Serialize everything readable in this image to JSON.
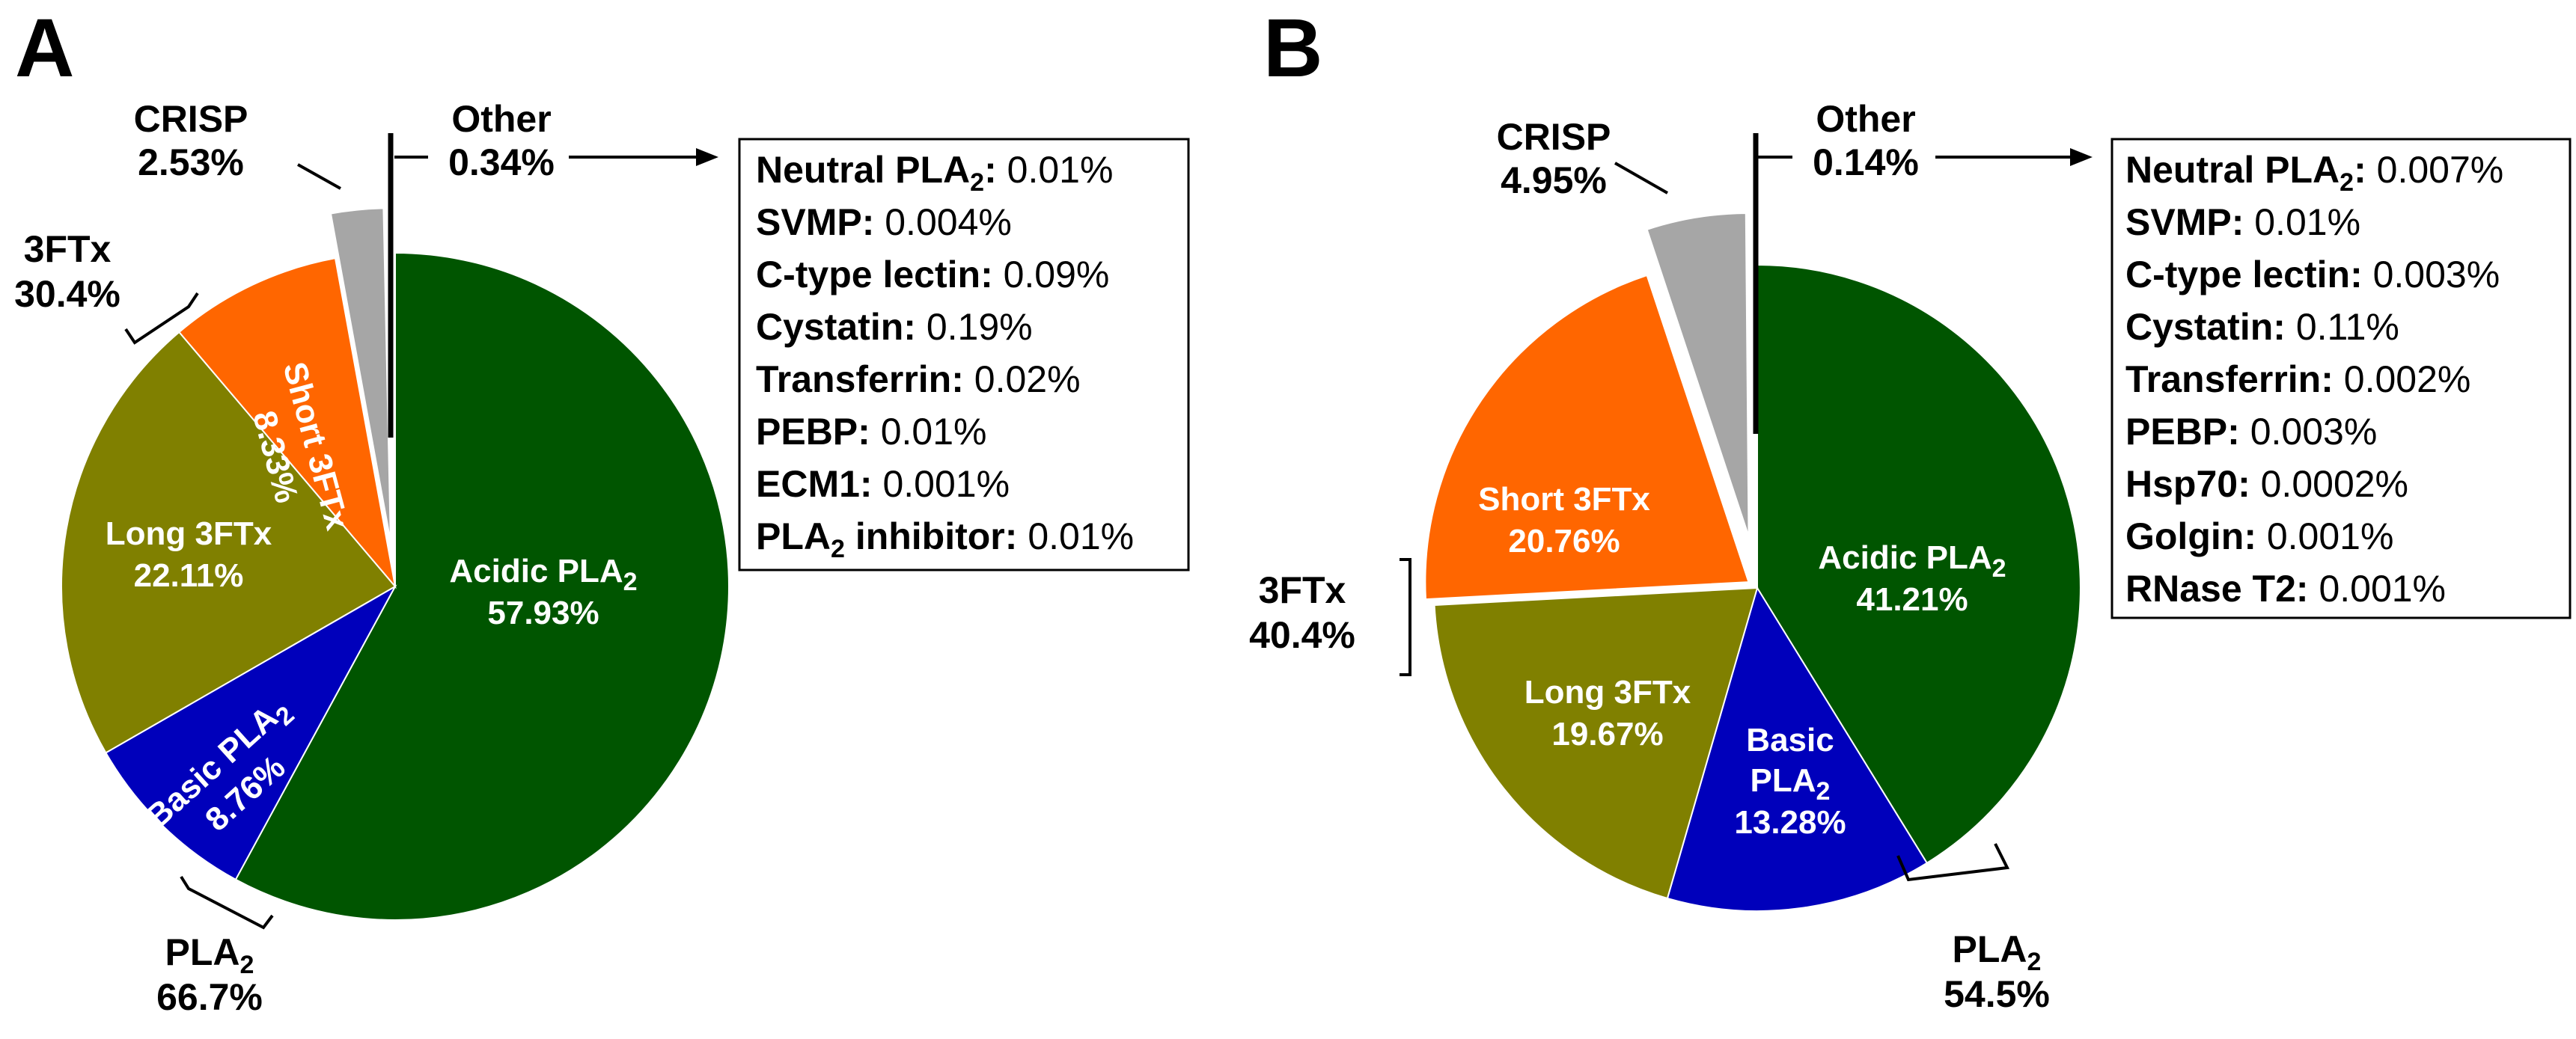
{
  "chart_data": [
    {
      "type": "pie",
      "panel_label": "A",
      "slices": [
        {
          "key": "acidic",
          "label": "Acidic PLA",
          "sub": "2",
          "value": 57.93,
          "pct": "57.93%",
          "color": "#005500"
        },
        {
          "key": "basic",
          "label": "Basic PLA",
          "sub": "2",
          "value": 8.76,
          "pct": "8.76%",
          "color": "#0000bb"
        },
        {
          "key": "long",
          "label": "Long 3FTx",
          "sub": "",
          "value": 22.11,
          "pct": "22.11%",
          "color": "#808000"
        },
        {
          "key": "short",
          "label": "Short 3FTx",
          "sub": "",
          "value": 8.33,
          "pct": "8.33%",
          "color": "#ff6600"
        },
        {
          "key": "crisp",
          "label": "CRISP",
          "sub": "",
          "value": 2.53,
          "pct": "2.53%",
          "color": "#a6a6a6"
        },
        {
          "key": "other",
          "label": "Other",
          "sub": "",
          "value": 0.34,
          "pct": "0.34%",
          "color": "#000000"
        }
      ],
      "groups": [
        {
          "key": "ftx",
          "name": "3FTx",
          "sub": "",
          "value": "30.4%"
        },
        {
          "key": "pla2",
          "name": "PLA",
          "sub": "2",
          "value": "66.7%"
        }
      ],
      "other_breakdown": [
        {
          "name": "Neutral PLA",
          "sub": "2",
          "value": "0.01%"
        },
        {
          "name": "SVMP",
          "sub": "",
          "value": "0.004%"
        },
        {
          "name": "C-type lectin",
          "sub": "",
          "value": "0.09%"
        },
        {
          "name": "Cystatin",
          "sub": "",
          "value": "0.19%"
        },
        {
          "name": "Transferrin",
          "sub": "",
          "value": "0.02%"
        },
        {
          "name": "PEBP",
          "sub": "",
          "value": "0.01%"
        },
        {
          "name": "ECM1",
          "sub": "",
          "value": "0.001%"
        },
        {
          "name": "PLA",
          "sub": "2",
          "suffix": " inhibitor",
          "value": "0.01%"
        }
      ]
    },
    {
      "type": "pie",
      "panel_label": "B",
      "slices": [
        {
          "key": "acidic",
          "label": "Acidic PLA",
          "sub": "2",
          "value": 41.21,
          "pct": "41.21%",
          "color": "#005500"
        },
        {
          "key": "basic",
          "label": "Basic",
          "label2": "PLA",
          "sub": "2",
          "value": 13.28,
          "pct": "13.28%",
          "color": "#0000bb"
        },
        {
          "key": "long",
          "label": "Long 3FTx",
          "sub": "",
          "value": 19.67,
          "pct": "19.67%",
          "color": "#808000"
        },
        {
          "key": "short",
          "label": "Short 3FTx",
          "sub": "",
          "value": 20.76,
          "pct": "20.76%",
          "color": "#ff6600"
        },
        {
          "key": "crisp",
          "label": "CRISP",
          "sub": "",
          "value": 4.95,
          "pct": "4.95%",
          "color": "#a6a6a6"
        },
        {
          "key": "other",
          "label": "Other",
          "sub": "",
          "value": 0.14,
          "pct": "0.14%",
          "color": "#000000"
        }
      ],
      "groups": [
        {
          "key": "ftx",
          "name": "3FTx",
          "sub": "",
          "value": "40.4%"
        },
        {
          "key": "pla2",
          "name": "PLA",
          "sub": "2",
          "value": "54.5%"
        }
      ],
      "other_breakdown": [
        {
          "name": "Neutral PLA",
          "sub": "2",
          "value": "0.007%"
        },
        {
          "name": "SVMP",
          "sub": "",
          "value": "0.01%"
        },
        {
          "name": "C-type lectin",
          "sub": "",
          "value": "0.003%"
        },
        {
          "name": "Cystatin",
          "sub": "",
          "value": "0.11%"
        },
        {
          "name": "Transferrin",
          "sub": "",
          "value": "0.002%"
        },
        {
          "name": "PEBP",
          "sub": "",
          "value": "0.003%"
        },
        {
          "name": "Hsp70",
          "sub": "",
          "value": "0.0002%"
        },
        {
          "name": "Golgin",
          "sub": "",
          "value": "0.001%"
        },
        {
          "name": "RNase T2",
          "sub": "",
          "value": "0.001%"
        }
      ]
    }
  ]
}
